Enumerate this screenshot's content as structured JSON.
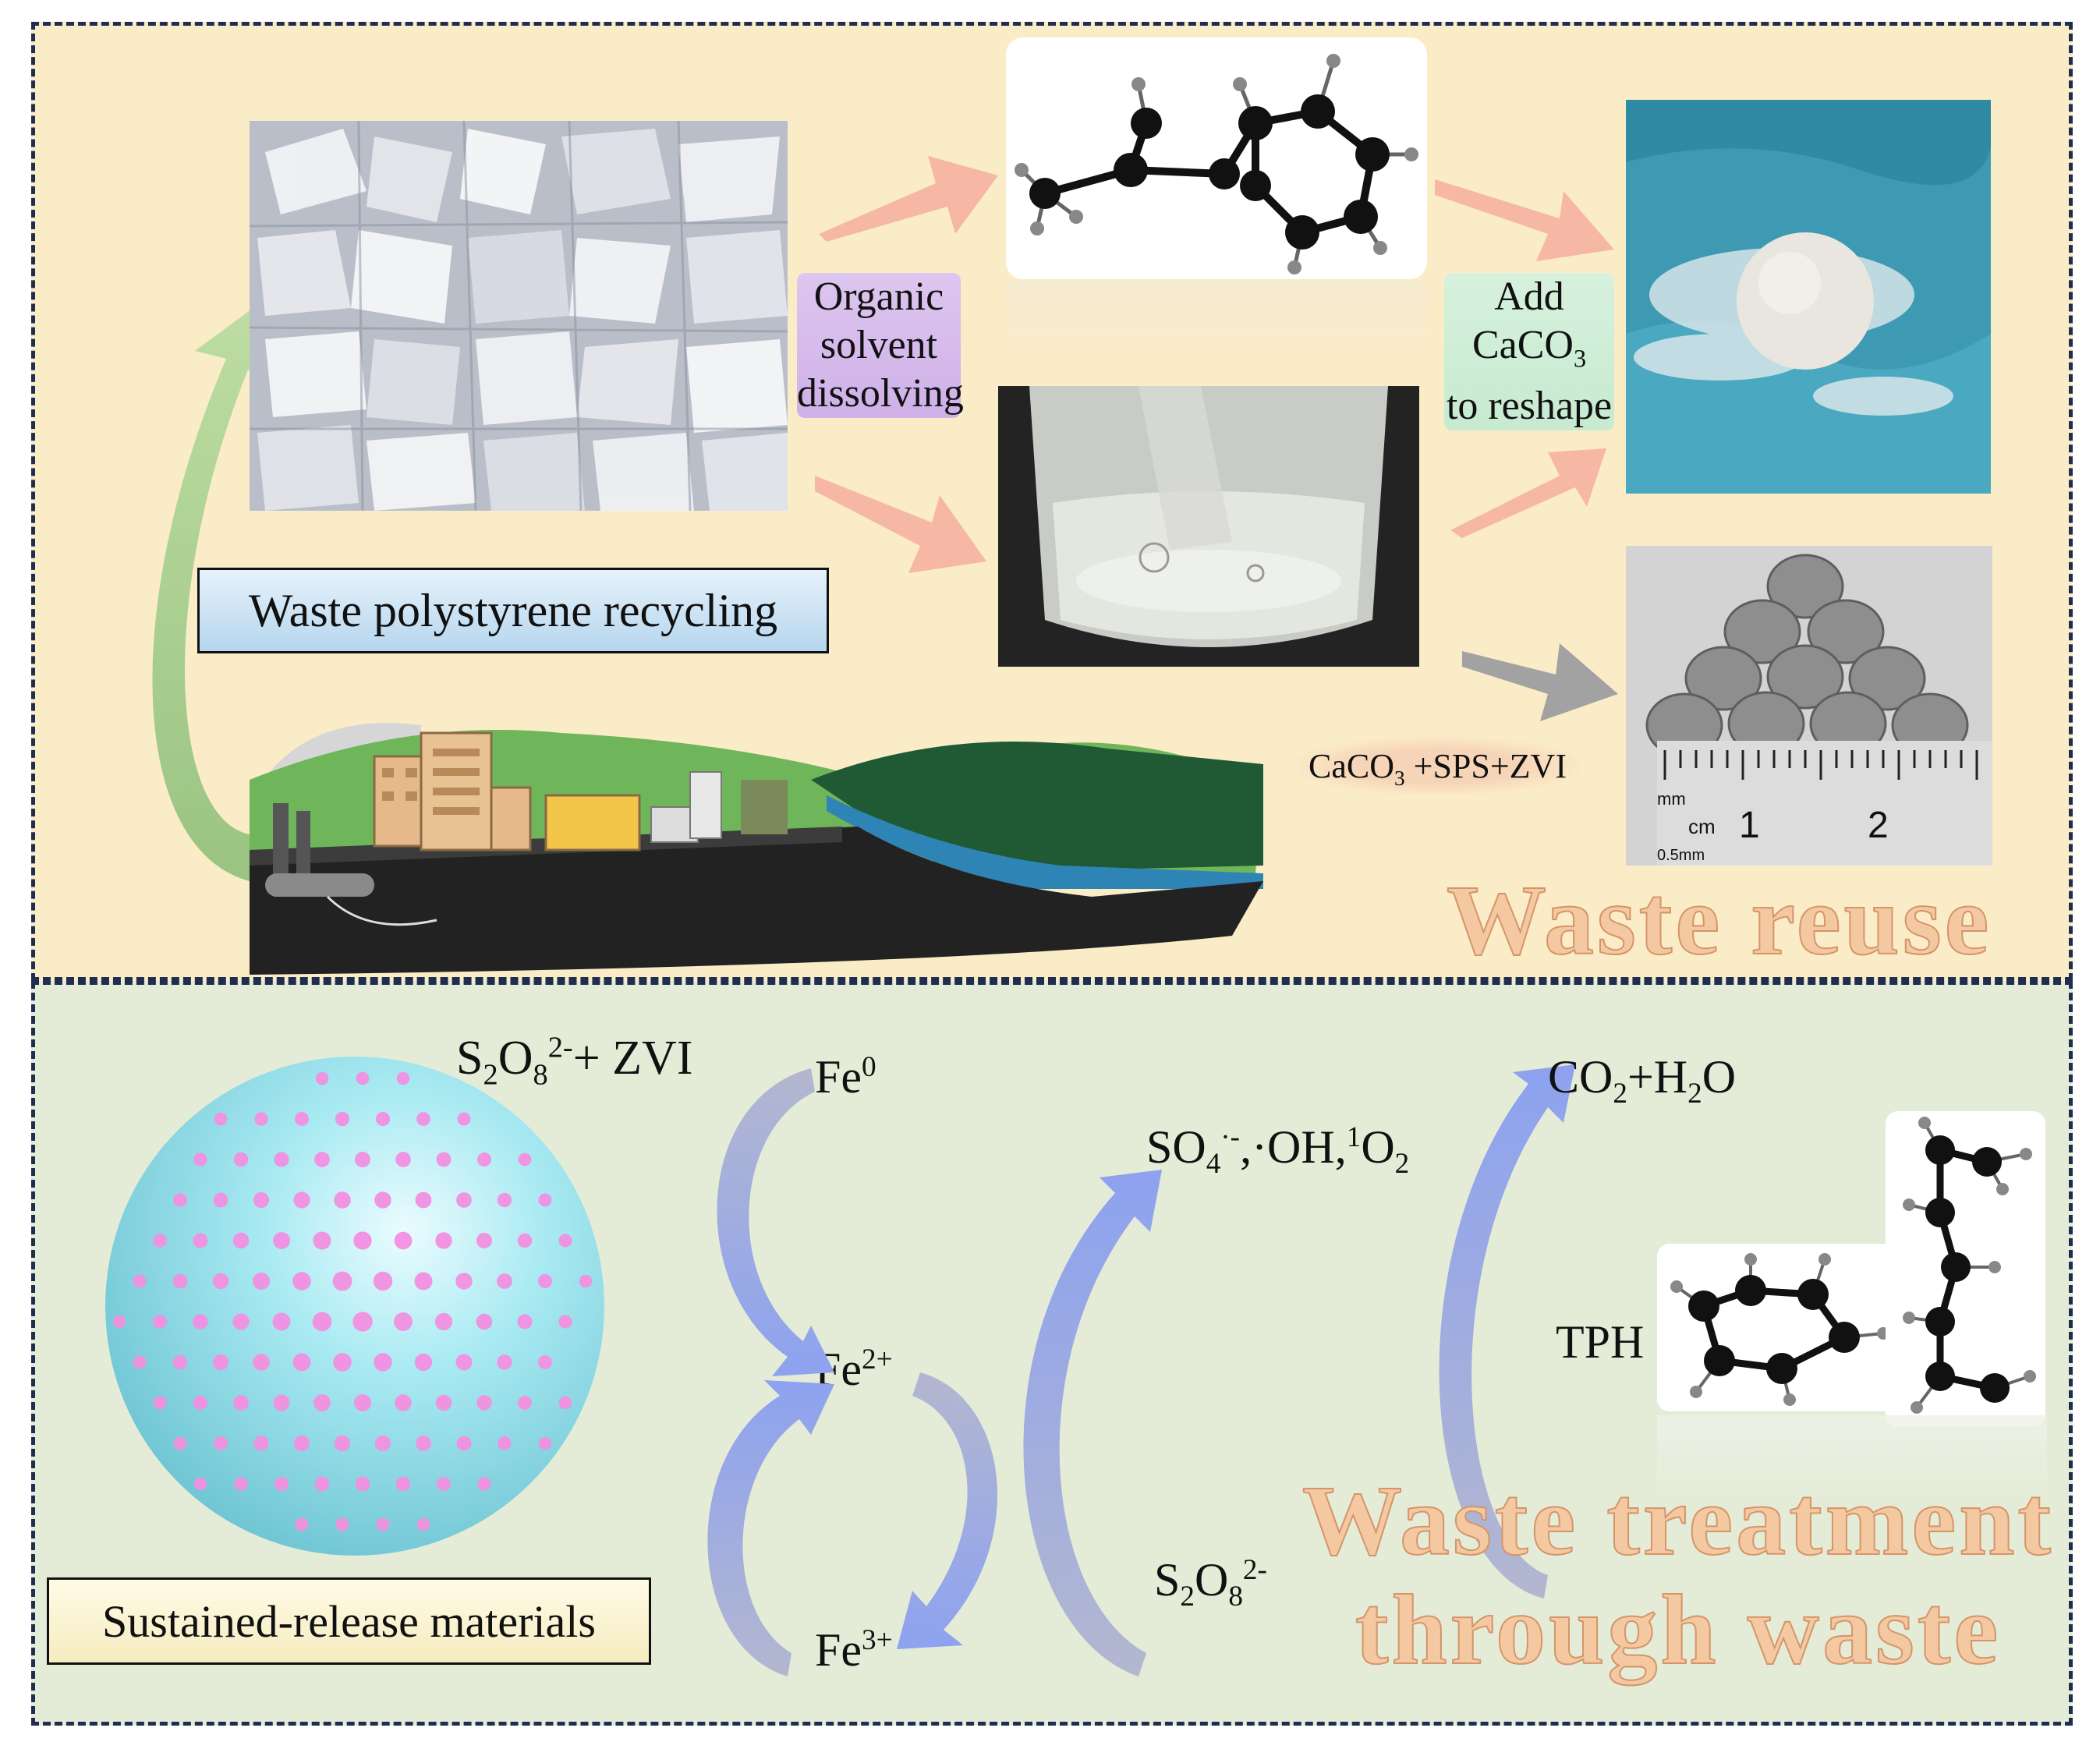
{
  "labels": {
    "organic_solvent": [
      "Organic",
      "solvent",
      "dissolving"
    ],
    "add_caco3": {
      "line1": "Add",
      "line2_main": "CaCO",
      "line2_sub": "3",
      "line3": "to reshape"
    },
    "waste_ps_recycling": "Waste polystyrene recycling",
    "caco3_sps_zvi": {
      "main": "CaCO",
      "sub": "3",
      "rest": " +SPS+ZVI"
    },
    "waste_reuse": "Waste reuse",
    "s2o8_zvi": {
      "s": "S",
      "sub2": "2",
      "o": "O",
      "sub8": "8",
      "sup": "2-",
      "rest": "+ ZVI"
    },
    "fe0": {
      "main": "Fe",
      "sup": "0"
    },
    "fe2": {
      "main": "Fe",
      "sup": "2+"
    },
    "fe3": {
      "main": "Fe",
      "sup": "3+"
    },
    "radicals": {
      "so": "SO",
      "sub4": "4",
      "sup": "·-",
      "mid": ",·OH,",
      "sup1": "1",
      "o": "O",
      "sub2": "2"
    },
    "s2o8_bottom": {
      "s": "S",
      "sub2": "2",
      "o": "O",
      "sub8": "8",
      "sup": "2-"
    },
    "co2_h2o": {
      "co": "CO",
      "sub2": "2",
      "plus": "+H",
      "sub2b": "2",
      "o": "O"
    },
    "tph": "TPH",
    "sustained_release": "Sustained-release materials",
    "waste_treatment_line1": "Waste treatment",
    "waste_treatment_line2": "through waste",
    "ruler": {
      "unit_mm": "mm",
      "unit_cm": "cm",
      "n1": "1",
      "n2": "2",
      "half_mm": "0.5mm"
    }
  },
  "colors": {
    "top_panel": "#fbecc8",
    "bottom_panel": "#e4ecd8",
    "title_fill": "#f4c8a0",
    "green_arrow": "#9cc98a",
    "salmon_arrow": "#f6b8a4",
    "blue_arrow": "#9fb0ee",
    "grey_arrow": "#a2a2a2"
  }
}
